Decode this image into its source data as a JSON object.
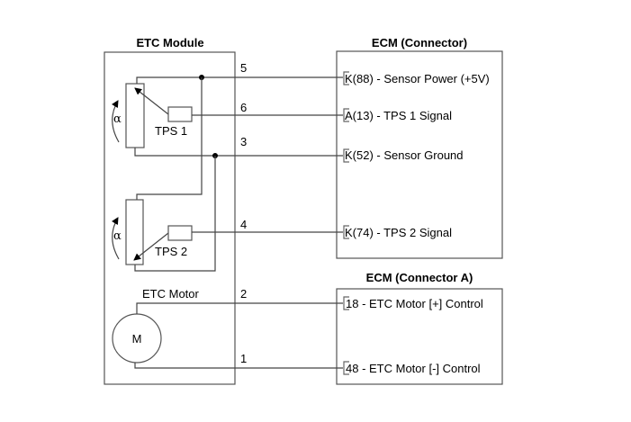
{
  "etc_module": {
    "title": "ETC Module",
    "tps1_label": "TPS 1",
    "tps2_label": "TPS 2",
    "motor_label": "ETC Motor",
    "motor_symbol": "M",
    "angle_symbol": "α",
    "pins": [
      "5",
      "6",
      "3",
      "4",
      "2",
      "1"
    ]
  },
  "ecm_connector": {
    "title": "ECM (Connector)",
    "terminals": [
      {
        "pin": "5",
        "label": "K(88) - Sensor Power (+5V)"
      },
      {
        "pin": "6",
        "label": "A(13) - TPS 1 Signal"
      },
      {
        "pin": "3",
        "label": "K(52) - Sensor Ground"
      },
      {
        "pin": "4",
        "label": "K(74) - TPS 2 Signal"
      }
    ]
  },
  "ecm_connector_a": {
    "title": "ECM (Connector A)",
    "terminals": [
      {
        "pin": "2",
        "label": "18 - ETC Motor [+] Control"
      },
      {
        "pin": "1",
        "label": "48 - ETC Motor [-] Control"
      }
    ]
  }
}
